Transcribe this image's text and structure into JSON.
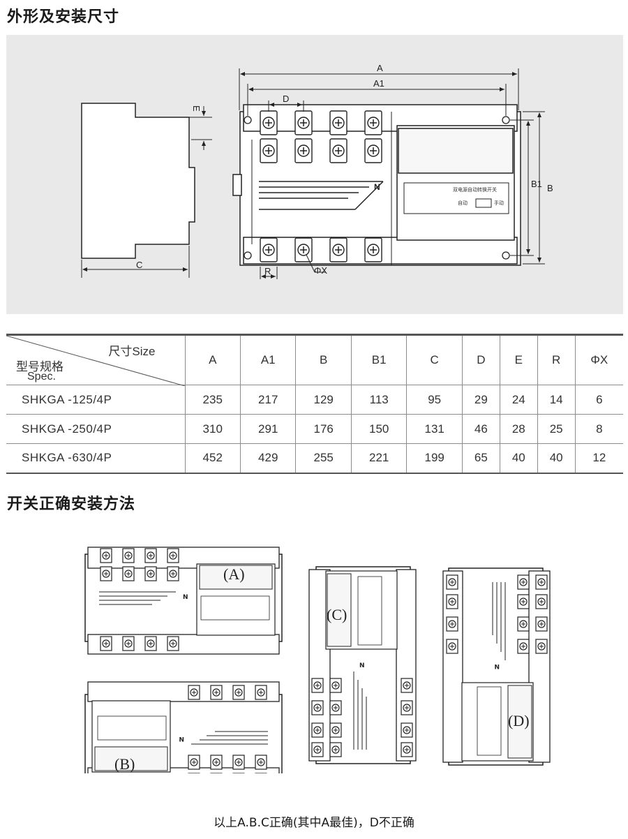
{
  "headings": {
    "dimensions": "外形及安装尺寸",
    "installation": "开关正确安装方法"
  },
  "drawing_labels": {
    "A": "A",
    "A1": "A1",
    "B": "B",
    "B1": "B1",
    "C": "C",
    "D": "D",
    "E": "E",
    "R": "R",
    "PhiX": "ΦX",
    "N": "N",
    "panel_title": "双电源自动转换开关",
    "auto": "自动",
    "manual": "手动"
  },
  "table": {
    "corner_size": "尺寸Size",
    "corner_model": "型号规格",
    "corner_spec": "Spec.",
    "columns": [
      "A",
      "A1",
      "B",
      "B1",
      "C",
      "D",
      "E",
      "R",
      "ΦX"
    ],
    "rows": [
      {
        "model": "SHKGA -125/4P",
        "values": [
          "235",
          "217",
          "129",
          "113",
          "95",
          "29",
          "24",
          "14",
          "6"
        ]
      },
      {
        "model": "SHKGA -250/4P",
        "values": [
          "310",
          "291",
          "176",
          "150",
          "131",
          "46",
          "28",
          "25",
          "8"
        ]
      },
      {
        "model": "SHKGA -630/4P",
        "values": [
          "452",
          "429",
          "255",
          "221",
          "199",
          "65",
          "40",
          "40",
          "12"
        ]
      }
    ]
  },
  "install_labels": {
    "a": "(A)",
    "b": "(B)",
    "c": "(C)",
    "d": "(D)"
  },
  "caption": "以上A.B.C正确(其中A最佳)，D不正确"
}
